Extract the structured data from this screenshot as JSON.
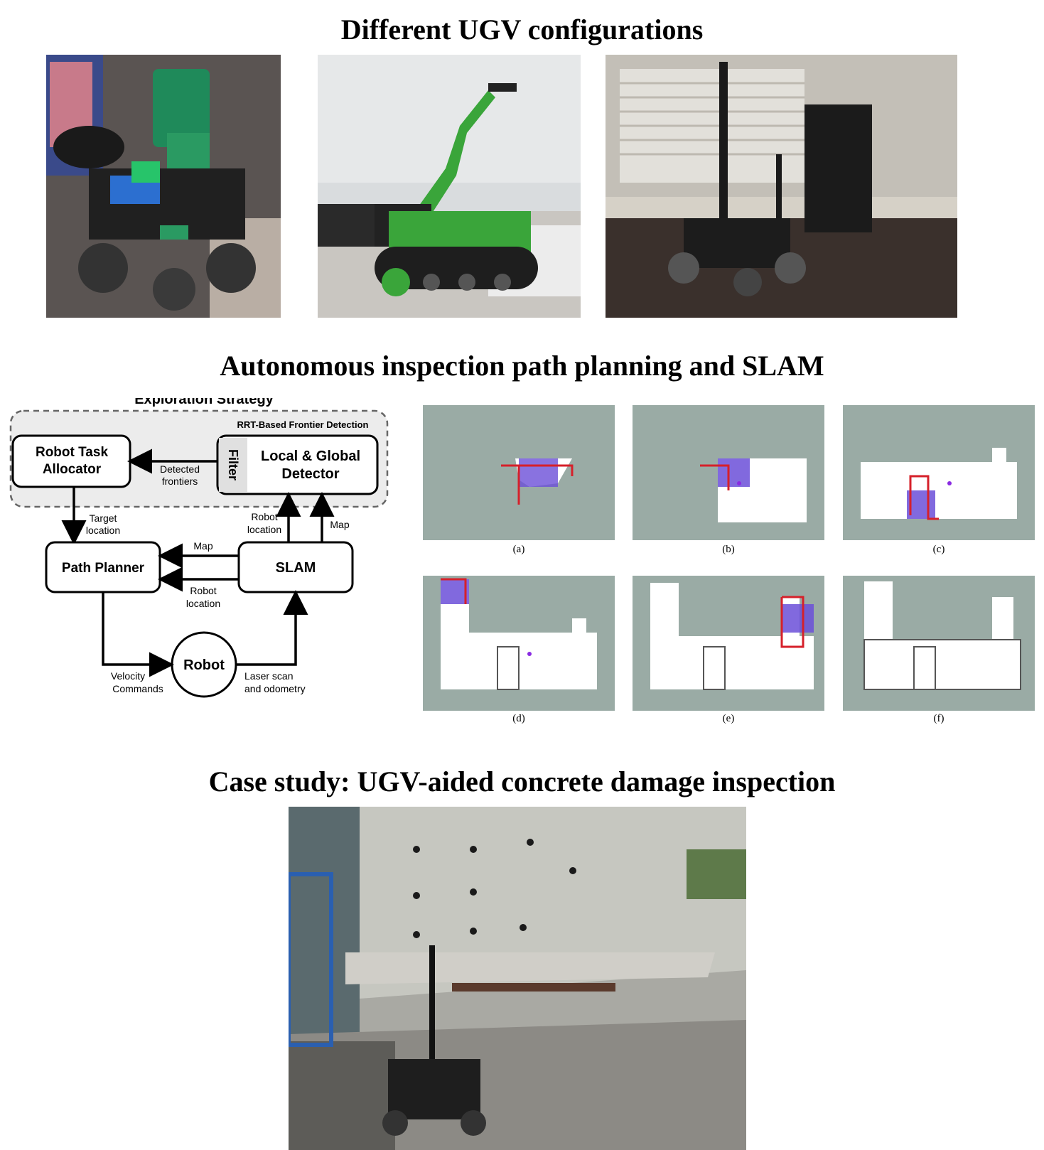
{
  "titles": {
    "configs": "Different UGV configurations",
    "planning": "Autonomous inspection path planning and SLAM",
    "case": "Case study: UGV-aided concrete damage inspection"
  },
  "diagram": {
    "exploration_strategy": "Exploration Strategy",
    "rrt_label": "RRT-Based Frontier Detection",
    "robot_task_allocator_l1": "Robot Task",
    "robot_task_allocator_l2": "Allocator",
    "filter": "Filter",
    "detector_l1": "Local & Global",
    "detector_l2": "Detector",
    "detected_frontiers_l1": "Detected",
    "detected_frontiers_l2": "frontiers",
    "target_location_l1": "Target",
    "target_location_l2": "location",
    "robot_location_top_l1": "Robot",
    "robot_location_top_l2": "location",
    "map_top": "Map",
    "path_planner": "Path Planner",
    "slam": "SLAM",
    "map_mid": "Map",
    "robot_location_mid_l1": "Robot",
    "robot_location_mid_l2": "location",
    "robot": "Robot",
    "velocity_l1": "Velocity",
    "velocity_l2": "Commands",
    "laser_l1": "Laser scan",
    "laser_l2": "and odometry"
  },
  "maps": {
    "captions": [
      "(a)",
      "(b)",
      "(c)",
      "(d)",
      "(e)",
      "(f)"
    ]
  },
  "colors": {
    "map_background": "#9aaba5",
    "robot_green": "#3aa53a",
    "explored_area": "#ffffff",
    "frontier_red": "#d6202a",
    "robot_footprint_blue": "#6b4fd8"
  },
  "icons": {
    "photo1": "ugv-mecanum-robot-arm-photo",
    "photo2": "ugv-tracked-robot-arm-photo",
    "photo3": "ugv-mecanum-lidar-photo",
    "photo4": "concrete-wall-inspection-photo"
  }
}
